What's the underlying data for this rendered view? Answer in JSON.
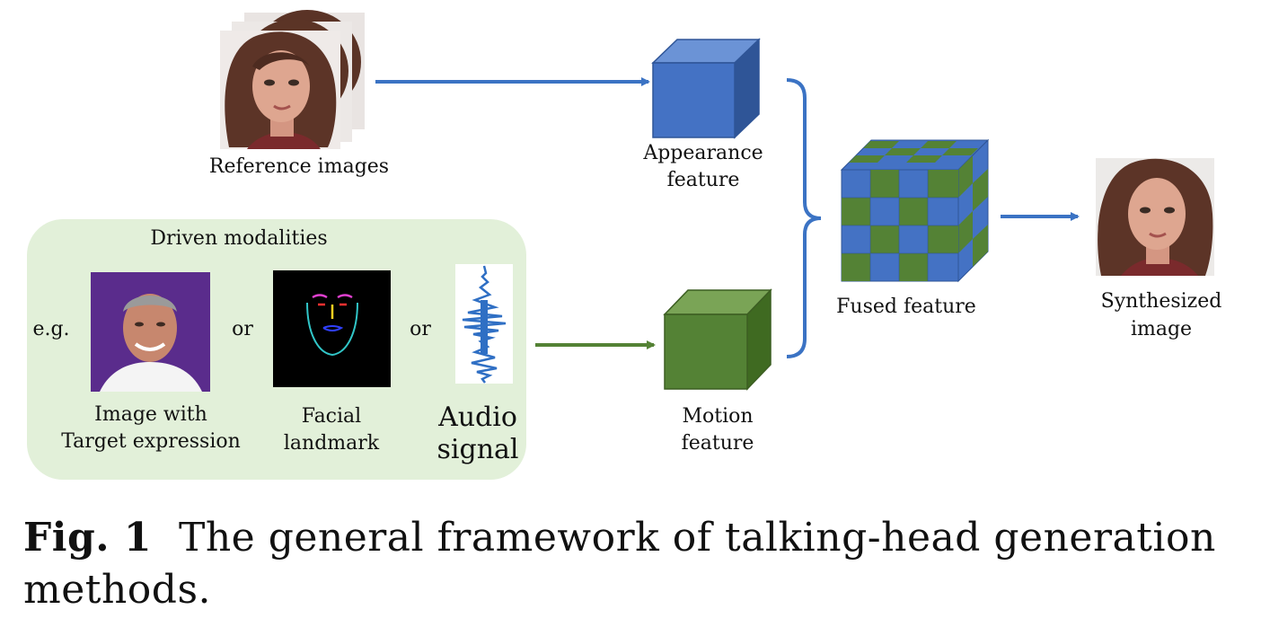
{
  "labels": {
    "reference_images": "Reference images",
    "driven_modalities": "Driven modalities",
    "eg": "e.g.",
    "or_1": "or",
    "or_2": "or",
    "image_with_line1": "Image with",
    "image_with_line2": "Target expression",
    "facial_line1": "Facial",
    "facial_line2": "landmark",
    "audio_line1": "Audio",
    "audio_line2": "signal",
    "appearance_line1": "Appearance",
    "appearance_line2": "feature",
    "motion_line1": "Motion",
    "motion_line2": "feature",
    "fused": "Fused feature",
    "synthesized_line1": "Synthesized",
    "synthesized_line2": "image"
  },
  "caption": {
    "fig_number": "Fig. 1",
    "text": "The general framework of talking-head generation methods."
  },
  "colors": {
    "blue": "#4472c4",
    "blue_dark": "#2f5597",
    "green": "#548235",
    "green_light": "#6e9e4a",
    "panel_bg": "#e2f0d9"
  }
}
